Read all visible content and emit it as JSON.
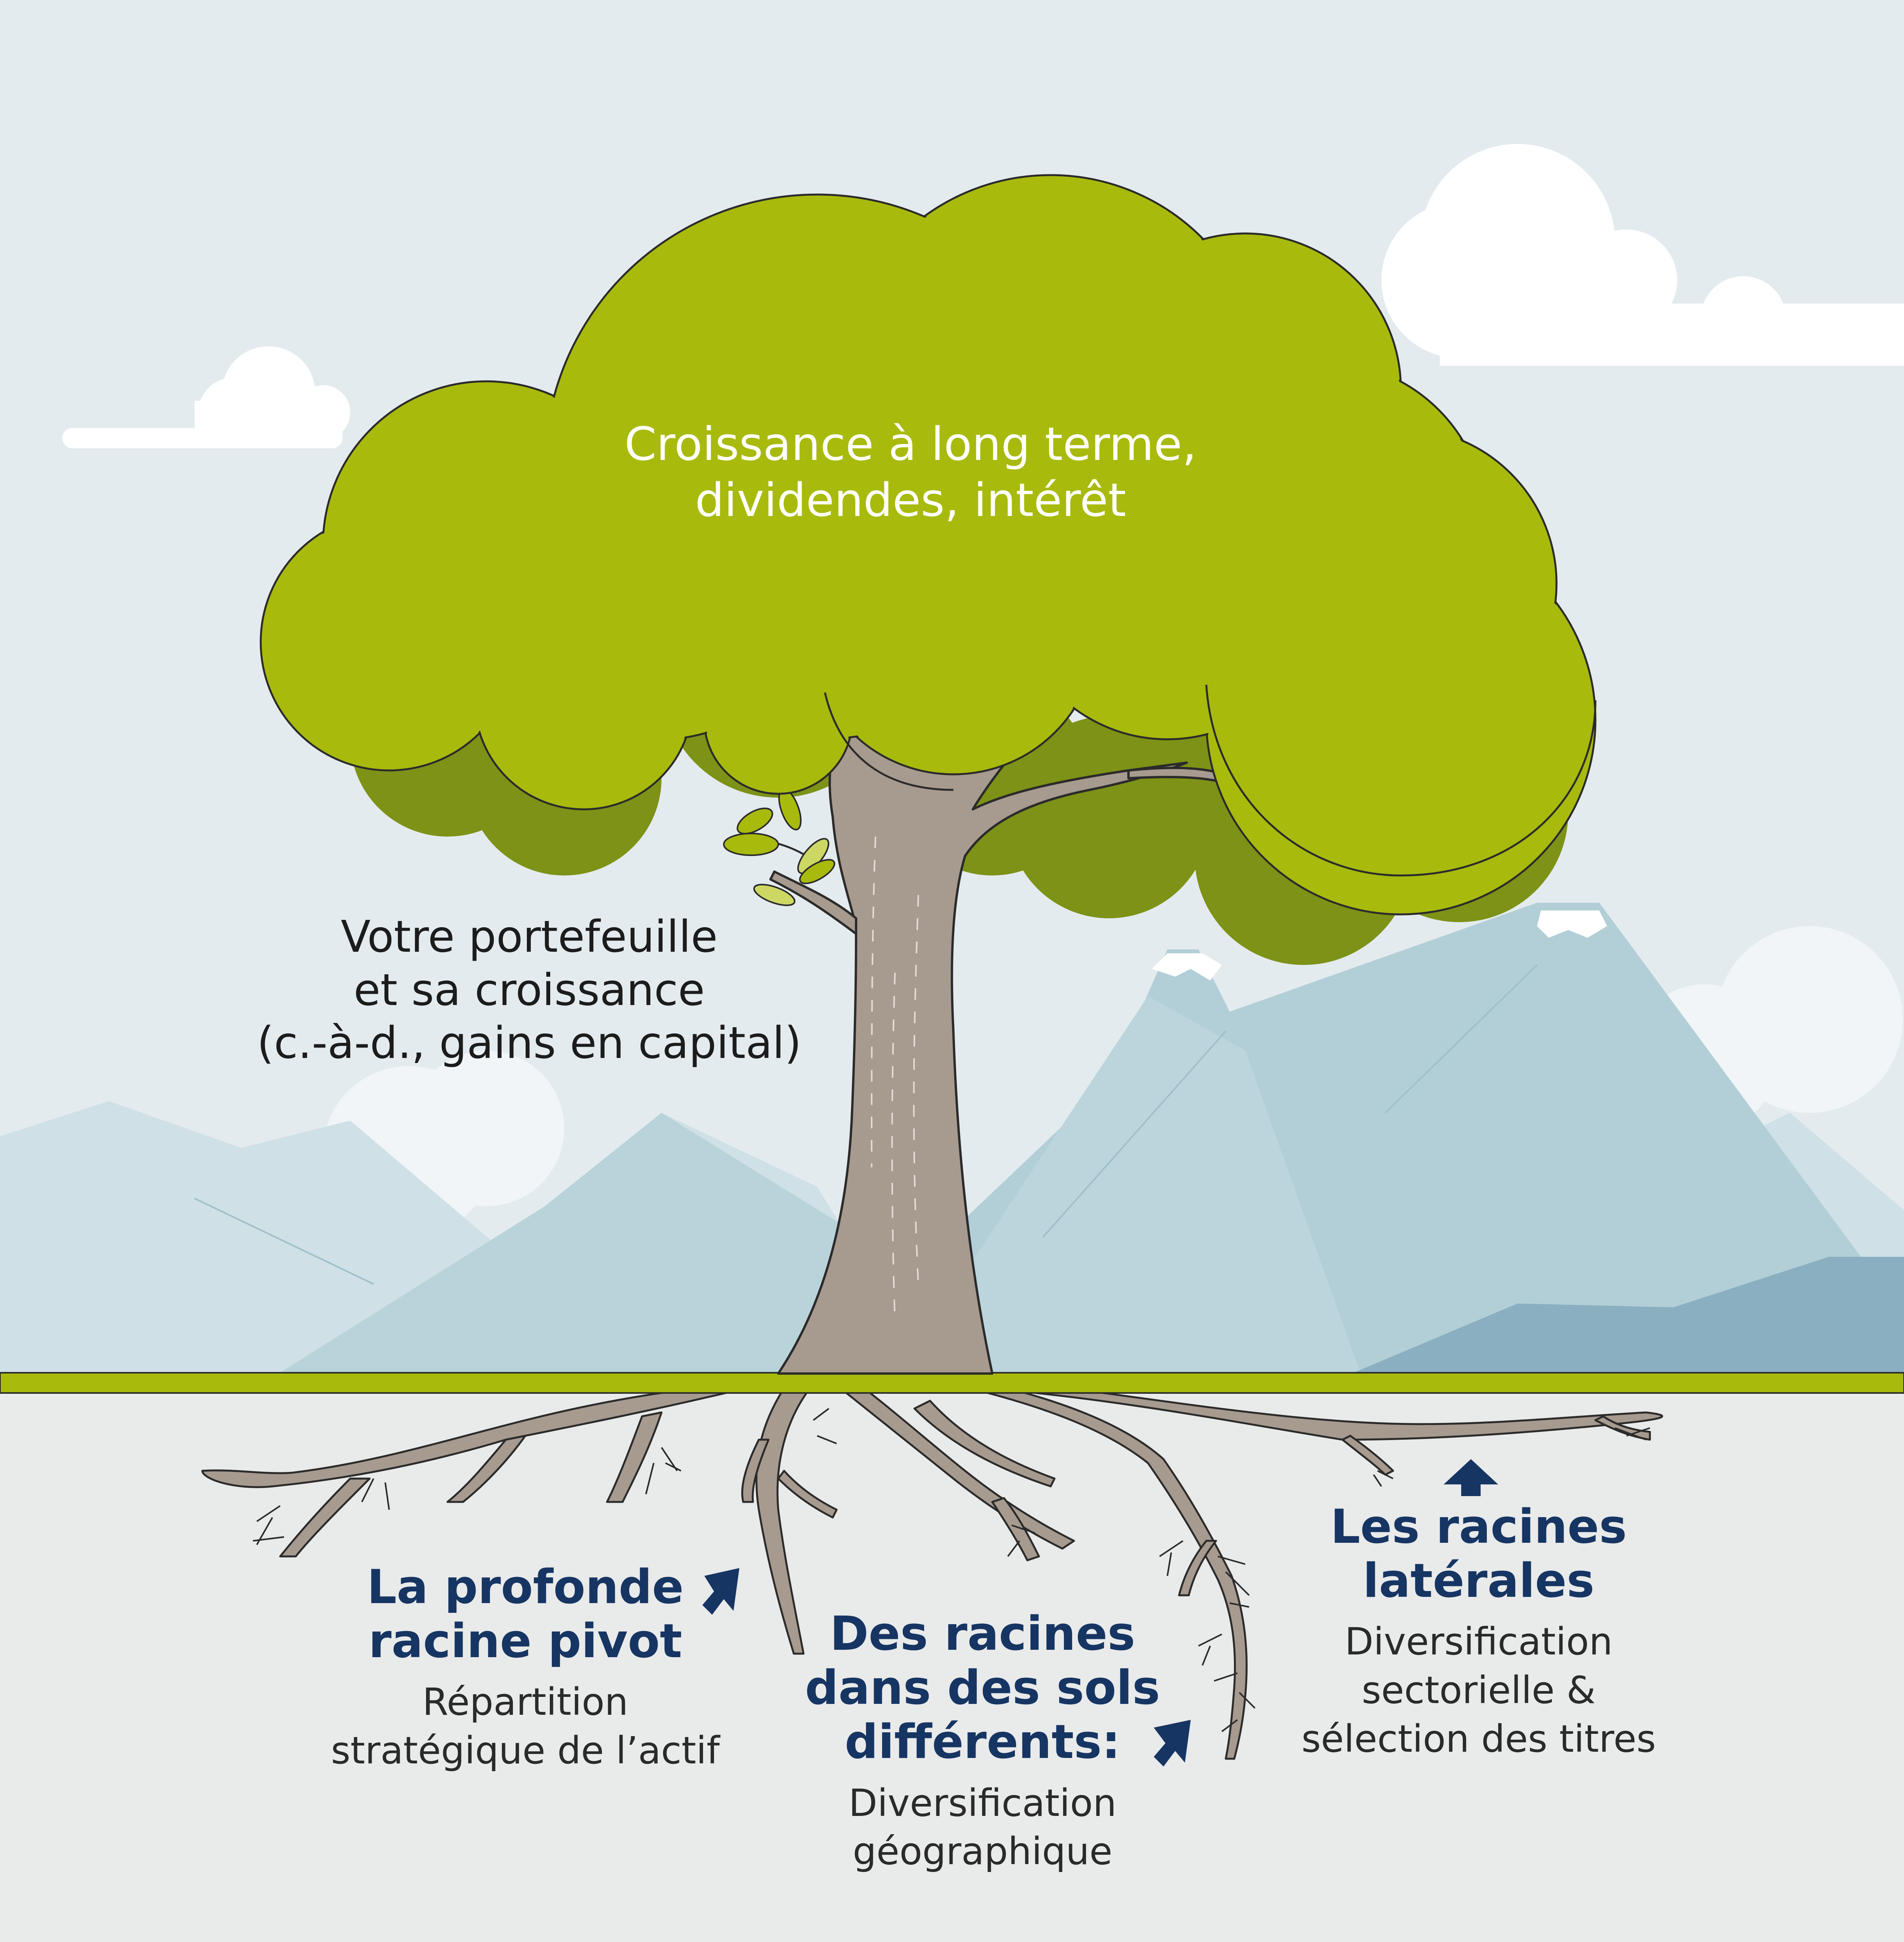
{
  "crown": {
    "lines": [
      "Croissance à long terme,",
      "dividendes, intérêt"
    ]
  },
  "portfolio": {
    "lines": [
      "Votre portefeuille",
      "et sa croissance",
      "(c.-à-d., gains en capital)"
    ]
  },
  "roots": {
    "taproot": {
      "title_lines": [
        "La profonde",
        "racine pivot"
      ],
      "desc_lines": [
        "Répartition",
        "stratégique de l’actif"
      ]
    },
    "soils": {
      "title_lines": [
        "Des racines",
        "dans des sols",
        "différents:"
      ],
      "desc_lines": [
        "Diversification",
        "géographique"
      ]
    },
    "lateral": {
      "title_lines": [
        "Les racines",
        "latérales"
      ],
      "desc_lines": [
        "Diversification",
        "sectorielle &",
        "sélection des titres"
      ]
    }
  },
  "colors": {
    "sky": "#e4ebef",
    "foliage_light": "#a8ba0c",
    "foliage_dark": "#7d9216",
    "trunk": "#a79a8f",
    "ground_line": "#a8ba0c",
    "soil": "#e9eaea",
    "mountain_far": "#c9dde3",
    "mountain_mid": "#b2cfd7",
    "mountain_dark": "#8aafc0",
    "heading": "#163563"
  },
  "icons": {
    "taproot_arrow": "arrow-up-right-icon",
    "soils_arrow": "arrow-up-right-icon",
    "lateral_arrow": "arrow-up-icon"
  }
}
